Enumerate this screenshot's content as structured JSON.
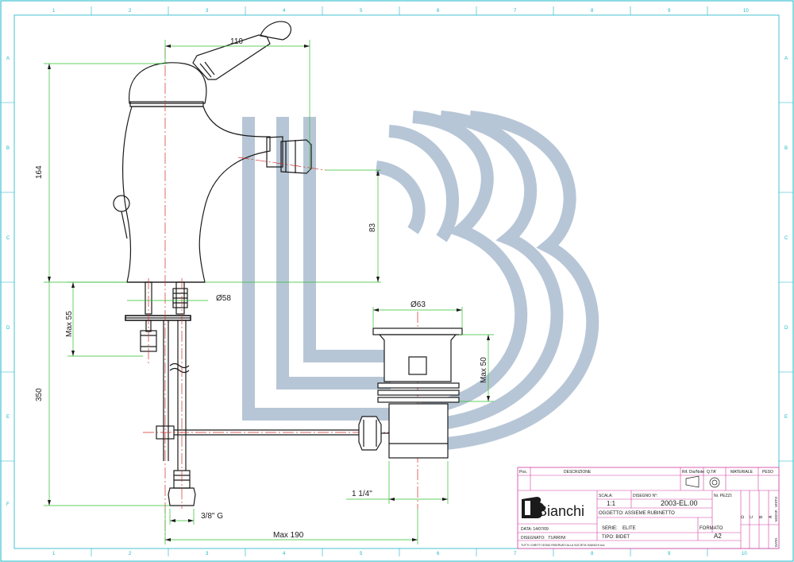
{
  "drawing": {
    "dimensions": {
      "top_width": "110",
      "height_total": "164",
      "spout_height": "83",
      "base_diameter": "Ø58",
      "max_55": "Max 55",
      "height_350": "350",
      "waste_diameter": "Ø63",
      "max_50": "Max 50",
      "waste_thread": "1 1/4\"",
      "inlet_thread": "3/8\" G",
      "max_190": "Max 190"
    },
    "grid_columns": [
      "1",
      "2",
      "3",
      "4",
      "5",
      "6",
      "7",
      "8",
      "9",
      "10"
    ],
    "grid_rows": [
      "A",
      "B",
      "C",
      "D",
      "E",
      "F"
    ]
  },
  "title_block": {
    "header": {
      "pos": "Pos.",
      "descrizione": "DESCRIZIONE",
      "rif": "Rif. Dis/Note",
      "qta": "Q.TA'",
      "materiale": "MATERIALE",
      "peso": "PESO"
    },
    "brand": "Bianchi",
    "scala_label": "SCALA:",
    "scala_value": "1:1",
    "disegno_label": "DISEGNO N°:",
    "disegno_value": "2003-EL.00",
    "pezzi_label": "Nr. PEZZI:",
    "oggetto": "OGGETTO: ASSIEME RUBINETTO",
    "serie_label": "SERIE:",
    "serie_value": "ELITE",
    "tipo": "TIPO: BIDET",
    "data": "DATA: 14/07/09",
    "disegnato_label": "DISEGNATO:",
    "disegnato_value": "TURRINI",
    "formato_label": "FORMATO",
    "formato_value": "A2",
    "rights": "TUTTI I DIRITTI SONO RISERVATI ALLA SOCIETA' BIANCHI snc",
    "revisions": [
      "A",
      "B",
      "C",
      "D"
    ],
    "rev_headers": [
      "DATA",
      "MODIF.",
      "VISTO"
    ]
  }
}
